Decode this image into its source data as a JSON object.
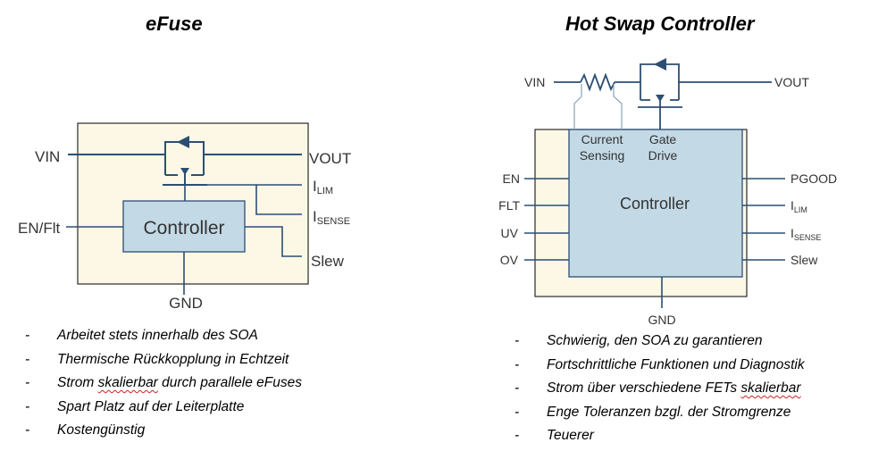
{
  "efuse": {
    "title": "eFuse",
    "labels": {
      "vin": "VIN",
      "vout": "VOUT",
      "ilim_main": "I",
      "ilim_sub": "LIM",
      "isense_main": "I",
      "isense_sub": "SENSE",
      "en_flt": "EN/Flt",
      "slew": "Slew",
      "gnd": "GND",
      "controller": "Controller"
    },
    "bullets": [
      {
        "dash": "-",
        "text": "Arbeitet stets innerhalb des SOA"
      },
      {
        "dash": "-",
        "text": "Thermische Rückkopplung in Echtzeit"
      },
      {
        "dash": "-",
        "pre": "Strom ",
        "mark": "skalierbar",
        "post": " durch parallele eFuses"
      },
      {
        "dash": "-",
        "text": "Spart Platz auf der Leiterplatte"
      },
      {
        "dash": "-",
        "text": "Kostengünstig"
      }
    ]
  },
  "hotswap": {
    "title": "Hot Swap Controller",
    "labels": {
      "vin": "VIN",
      "vout": "VOUT",
      "current": "Current",
      "sensing": "Sensing",
      "gate": "Gate",
      "drive": "Drive",
      "controller": "Controller",
      "en": "EN",
      "flt": "FLT",
      "uv": "UV",
      "ov": "OV",
      "pgood": "PGOOD",
      "ilim_main": "I",
      "ilim_sub": "LIM",
      "isense_main": "I",
      "isense_sub": "SENSE",
      "slew": "Slew",
      "gnd": "GND"
    },
    "bullets": [
      {
        "dash": "-",
        "text": "Schwierig, den SOA zu garantieren"
      },
      {
        "dash": "-",
        "text": "Fortschrittliche Funktionen und Diagnostik"
      },
      {
        "dash": "-",
        "pre": "Strom über verschiedene FETs ",
        "mark": "skalierbar",
        "post": ""
      },
      {
        "dash": "-",
        "text": "Enge Toleranzen bzgl. der Stromgrenze"
      },
      {
        "dash": "-",
        "text": "Teuerer"
      }
    ]
  },
  "colors": {
    "outer_box": "#fdf8e6",
    "controller_box": "#c3d9e6",
    "wire": "#2c4e73",
    "sense_wire": "#8aa3b8",
    "label": "#333333",
    "squiggle": "#d02020"
  }
}
